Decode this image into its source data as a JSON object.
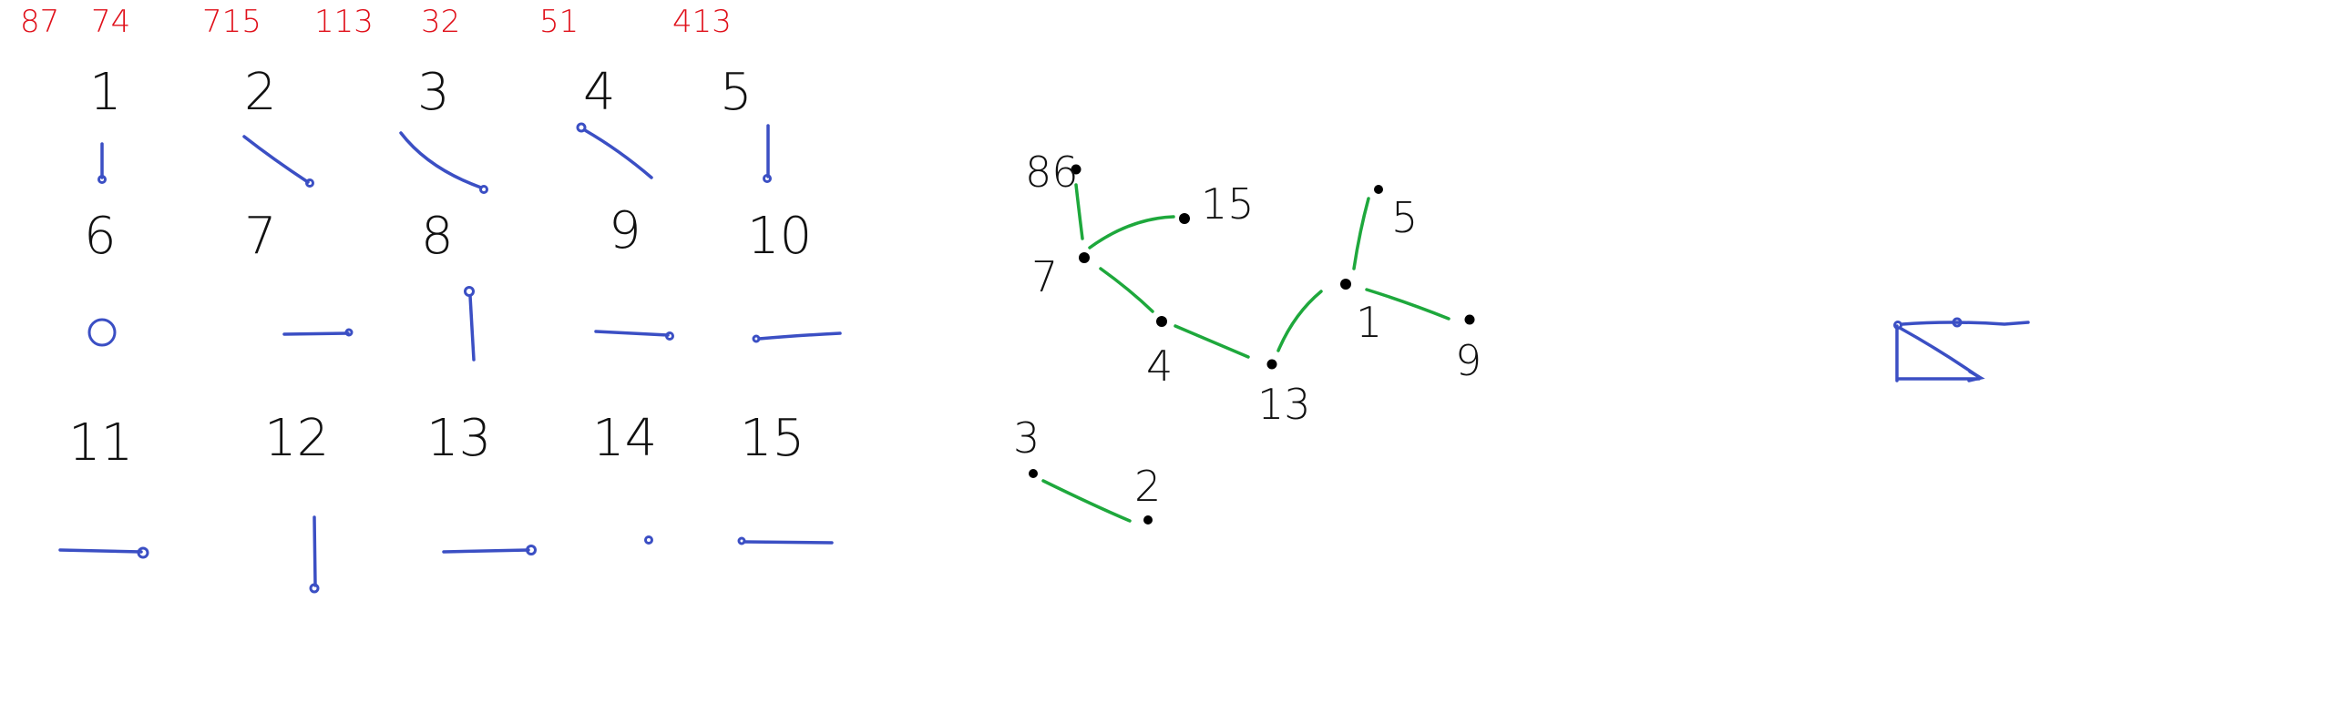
{
  "header_pairs": [
    "87",
    "74",
    "715",
    "113",
    "32",
    "51",
    "413"
  ],
  "grid": {
    "numbers": [
      "1",
      "2",
      "3",
      "4",
      "5",
      "6",
      "7",
      "8",
      "9",
      "10",
      "11",
      "12",
      "13",
      "14",
      "15"
    ]
  },
  "graph": {
    "nodes": [
      "86",
      "15",
      "7",
      "4",
      "13",
      "1",
      "5",
      "9",
      "3",
      "2"
    ]
  },
  "colors": {
    "red": "#e0101a",
    "blue": "#3b4fc4",
    "green": "#1ea83c",
    "ink": "#111111"
  }
}
